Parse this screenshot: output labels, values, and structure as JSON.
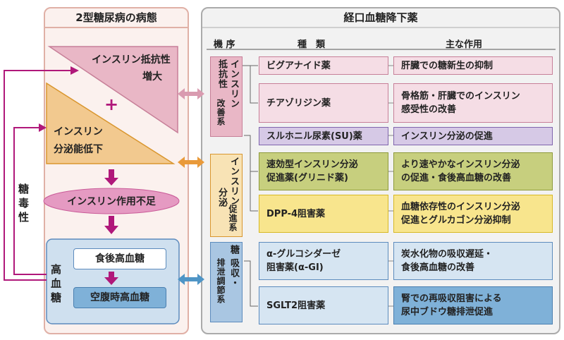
{
  "left_panel": {
    "title": "2型糖尿病の病態",
    "insulin_resistance": "インスリン抵抗性",
    "insulin_resistance_2": "増大",
    "plus": "+",
    "secretion_1": "インスリン",
    "secretion_2": "分泌能低下",
    "insufficiency": "インスリン作用不足",
    "hyperglycemia_1": "高",
    "hyperglycemia_2": "血",
    "hyperglycemia_3": "糖",
    "postprandial": "食後高血糖",
    "fasting": "空腹時高血糖",
    "glucotoxicity": "糖毒性"
  },
  "right_panel": {
    "title": "経口血糖降下薬",
    "col_mechanism": "機 序",
    "col_type": "種　類",
    "col_action": "主な作用",
    "mech_1a": "インスリン",
    "mech_1b": "抵抗性",
    "mech_1c": "改善系",
    "mech_2a": "インスリン",
    "mech_2b": "分泌",
    "mech_2c": "促進系",
    "mech_3a": "糖",
    "mech_3b": "吸収・",
    "mech_3c": "排泄調節系",
    "drugs": [
      {
        "name": "ビグアナイド薬",
        "action": "肝臓での糖新生の抑制"
      },
      {
        "name": "チアゾリジン薬",
        "action_1": "骨格筋・肝臓でのインスリン",
        "action_2": "感受性の改善"
      },
      {
        "name": "スルホニル尿素(SU)薬",
        "action": "インスリン分泌の促進"
      },
      {
        "name_1": "速効型インスリン分泌",
        "name_2": "促進薬(グリニド薬)",
        "action_1": "より速やかなインスリン分泌",
        "action_2": "の促進・食後高血糖の改善"
      },
      {
        "name": "DPP-4阻害薬",
        "action_1": "血糖依存性のインスリン分泌",
        "action_2": "促進とグルカゴン分泌抑制"
      },
      {
        "name_1": "α-グルコシダーゼ",
        "name_2": "阻害薬(α-GI)",
        "action_1": "炭水化物の吸収遅延・",
        "action_2": "食後高血糖の改善"
      },
      {
        "name": "SGLT2阻害薬",
        "action_1": "腎での再吸収阻害による",
        "action_2": "尿中ブドウ糖排泄促進"
      }
    ]
  },
  "colors": {
    "pink": "#e9b7c6",
    "pink_light": "#f5dde5",
    "pink_border": "#c77f98",
    "orange": "#f2c98f",
    "orange_border": "#d9962e",
    "purple_box": "#c4b3da",
    "purple_border": "#7f64ad",
    "olive": "#c7cf7e",
    "olive_border": "#8e9a3a",
    "yellow": "#f8e58d",
    "yellow_border": "#d7b824",
    "blue": "#a9c6e2",
    "blue_light": "#d6e5f2",
    "blue_border": "#5c8bbd",
    "magenta": "#b0187a"
  }
}
